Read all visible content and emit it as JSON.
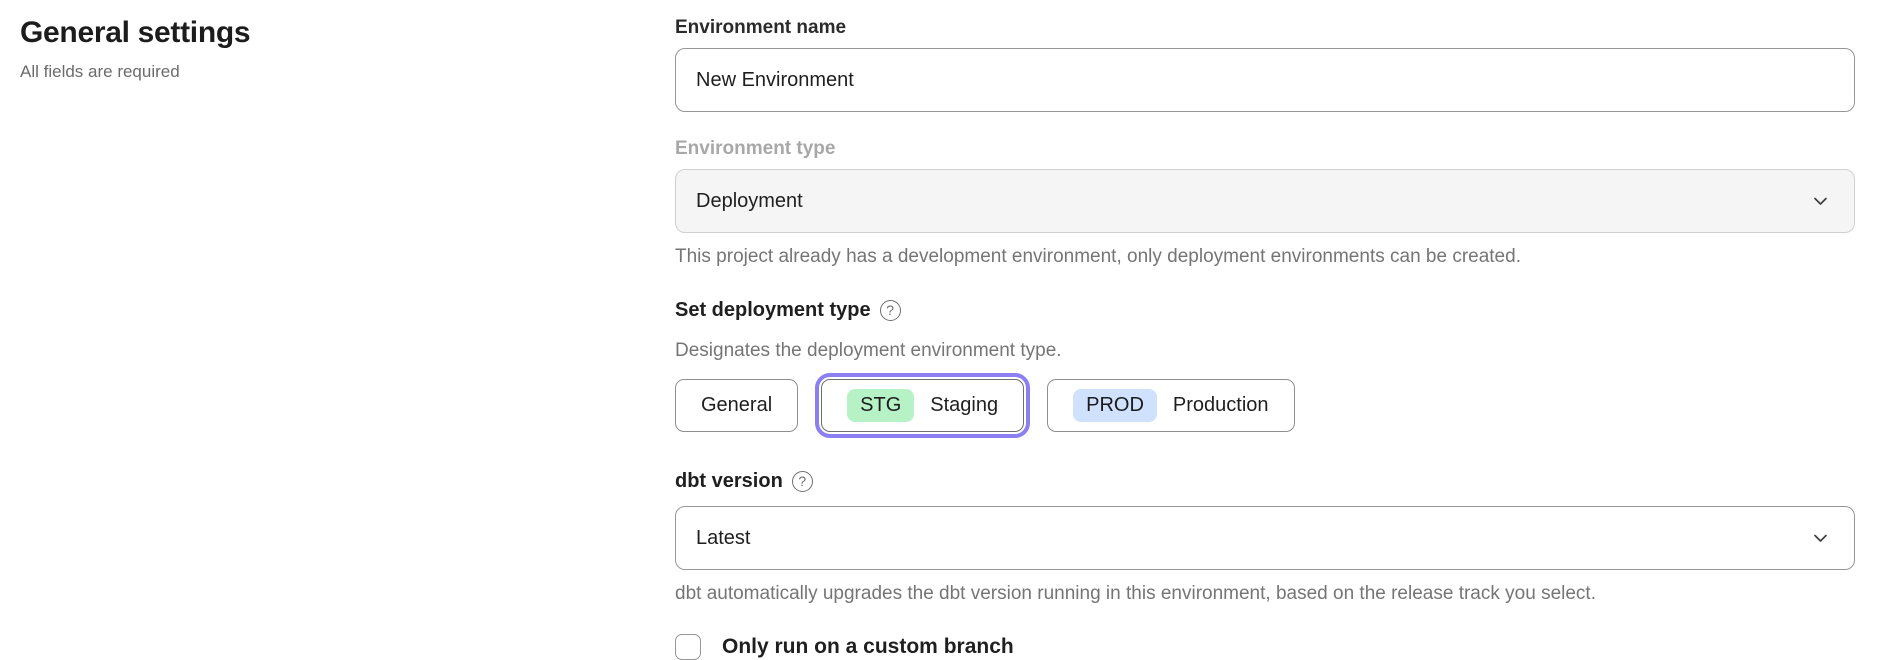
{
  "page": {
    "heading": "General settings",
    "subheading": "All fields are required"
  },
  "form": {
    "environment_name": {
      "label": "Environment name",
      "value": "New Environment"
    },
    "environment_type": {
      "label": "Environment type",
      "value": "Deployment",
      "disabled": true,
      "helper": "This project already has a development environment, only deployment environments can be created."
    },
    "deployment_type": {
      "label": "Set deployment type",
      "help_icon": "circle-question",
      "helper": "Designates the deployment environment type.",
      "options": [
        {
          "label": "General",
          "badge": "",
          "selected": false
        },
        {
          "label": "Staging",
          "badge": "STG",
          "selected": true
        },
        {
          "label": "Production",
          "badge": "PROD",
          "selected": false
        }
      ]
    },
    "dbt_version": {
      "label": "dbt version",
      "help_icon": "circle-question",
      "value": "Latest",
      "helper": "dbt automatically upgrades the dbt version running in this environment, based on the release track you select."
    },
    "custom_branch": {
      "label": "Only run on a custom branch",
      "checked": false
    }
  },
  "colors": {
    "accent_selected_ring": "#8b7ff2",
    "stg_badge_bg": "#b7f2c6",
    "prod_badge_bg": "#cfe1fc",
    "disabled_field_bg": "#f5f5f5"
  }
}
